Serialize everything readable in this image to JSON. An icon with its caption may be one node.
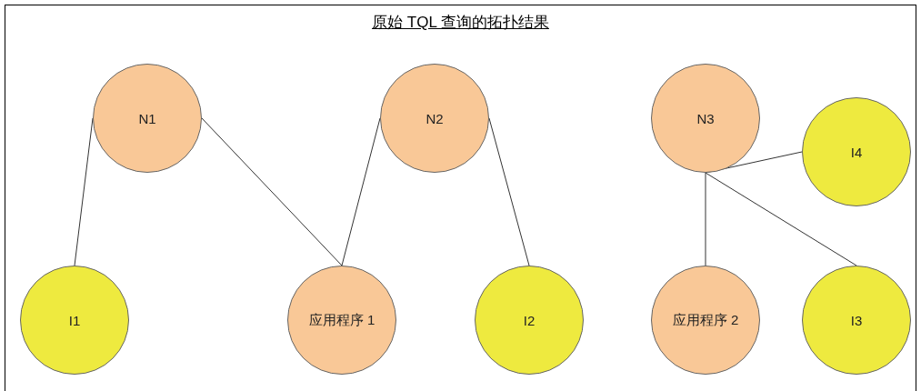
{
  "diagram": {
    "title": "原始 TQL 查询的拓扑结果",
    "nodes": [
      {
        "text": [
          "N1"
        ]
      },
      {
        "text": [
          "N2"
        ]
      },
      {
        "text": [
          "N3"
        ]
      },
      {
        "text": [
          "I4"
        ]
      },
      {
        "text": [
          "I1"
        ]
      },
      {
        "text": [
          "应用程序 1"
        ]
      },
      {
        "text": [
          "I2"
        ]
      },
      {
        "text": [
          "应用程序 2"
        ]
      },
      {
        "text": [
          "I3"
        ]
      }
    ],
    "edges": [
      {
        "from": 0,
        "to": 4,
        "arrow": "none"
      },
      {
        "from": 0,
        "to": 5,
        "arrow": "none"
      },
      {
        "from": 1,
        "to": 5,
        "arrow": "none"
      },
      {
        "from": 1,
        "to": 6,
        "arrow": "none"
      },
      {
        "from": 2,
        "to": 3,
        "arrow": "none"
      },
      {
        "from": 2,
        "to": 7,
        "arrow": "none"
      },
      {
        "from": 2,
        "to": 8,
        "arrow": "none"
      }
    ]
  }
}
